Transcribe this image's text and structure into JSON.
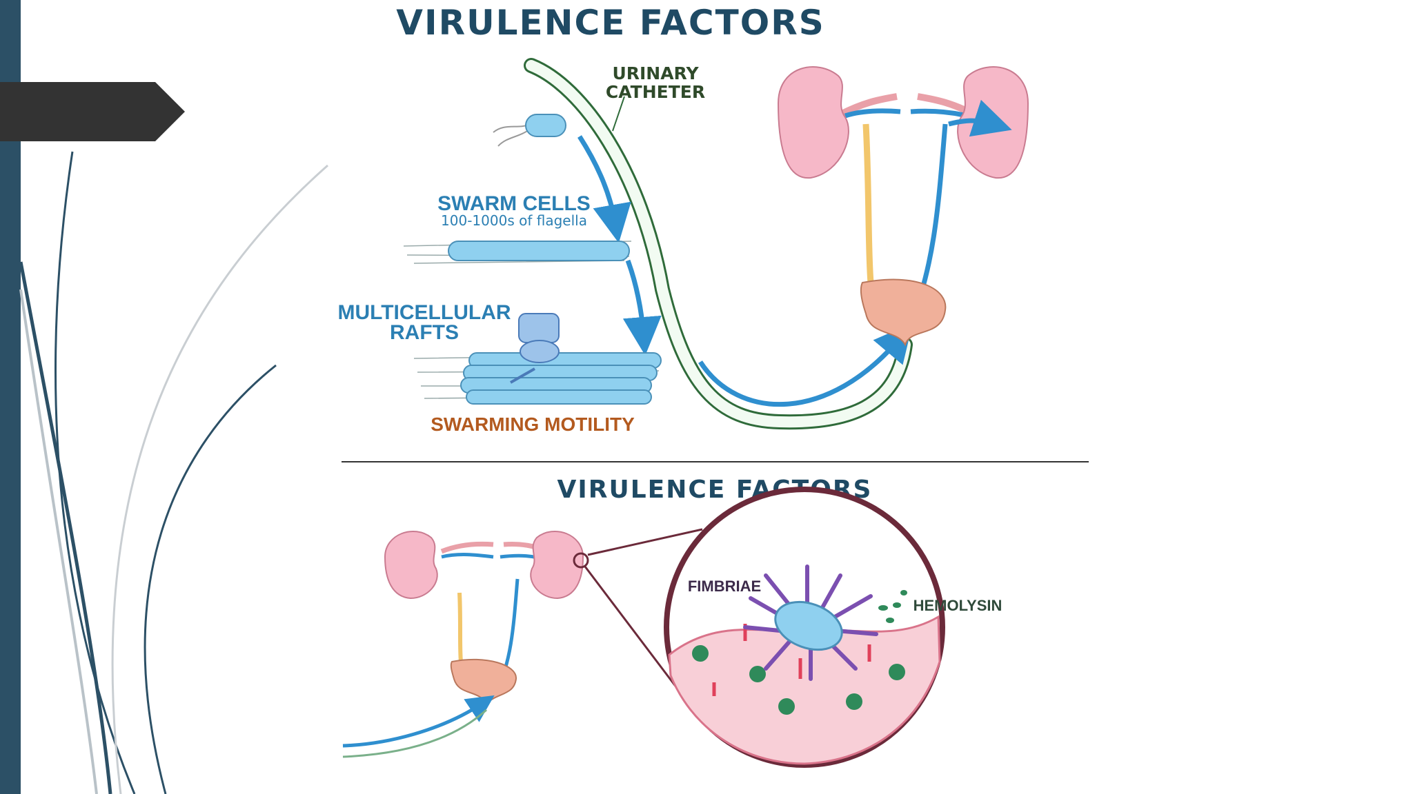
{
  "slide": {
    "top_panel": {
      "title": "VIRULENCE FACTORS",
      "urinary_catheter": [
        "URINARY",
        "CATHETER"
      ],
      "swarm_cells": "SWARM CELLS",
      "flagella_note": "100-1000s of flagella",
      "multicellular_rafts": [
        "MULTICELLULAR",
        "RAFTS"
      ],
      "swarming_motility": "SWARMING MOTILITY"
    },
    "bottom_panel": {
      "title": "VIRULENCE FACTORS",
      "fimbriae": "FIMBRIAE",
      "hemolysin": "HEMOLYSIN"
    }
  },
  "colors": {
    "sidebar": "#2c5066",
    "tab": "#333333",
    "title": "#1f4a64",
    "catheter": "#2f6b3a",
    "swarm_label": "#2b7fb3",
    "motility_label": "#b35a1f",
    "kidney": "#f6b8c8",
    "bladder": "#f0b09a",
    "bacterium": "#8fd0ef",
    "fimbriae": "#7b4fb0",
    "hemolysin": "#2f8a5a",
    "arrow": "#2f8fcf"
  }
}
